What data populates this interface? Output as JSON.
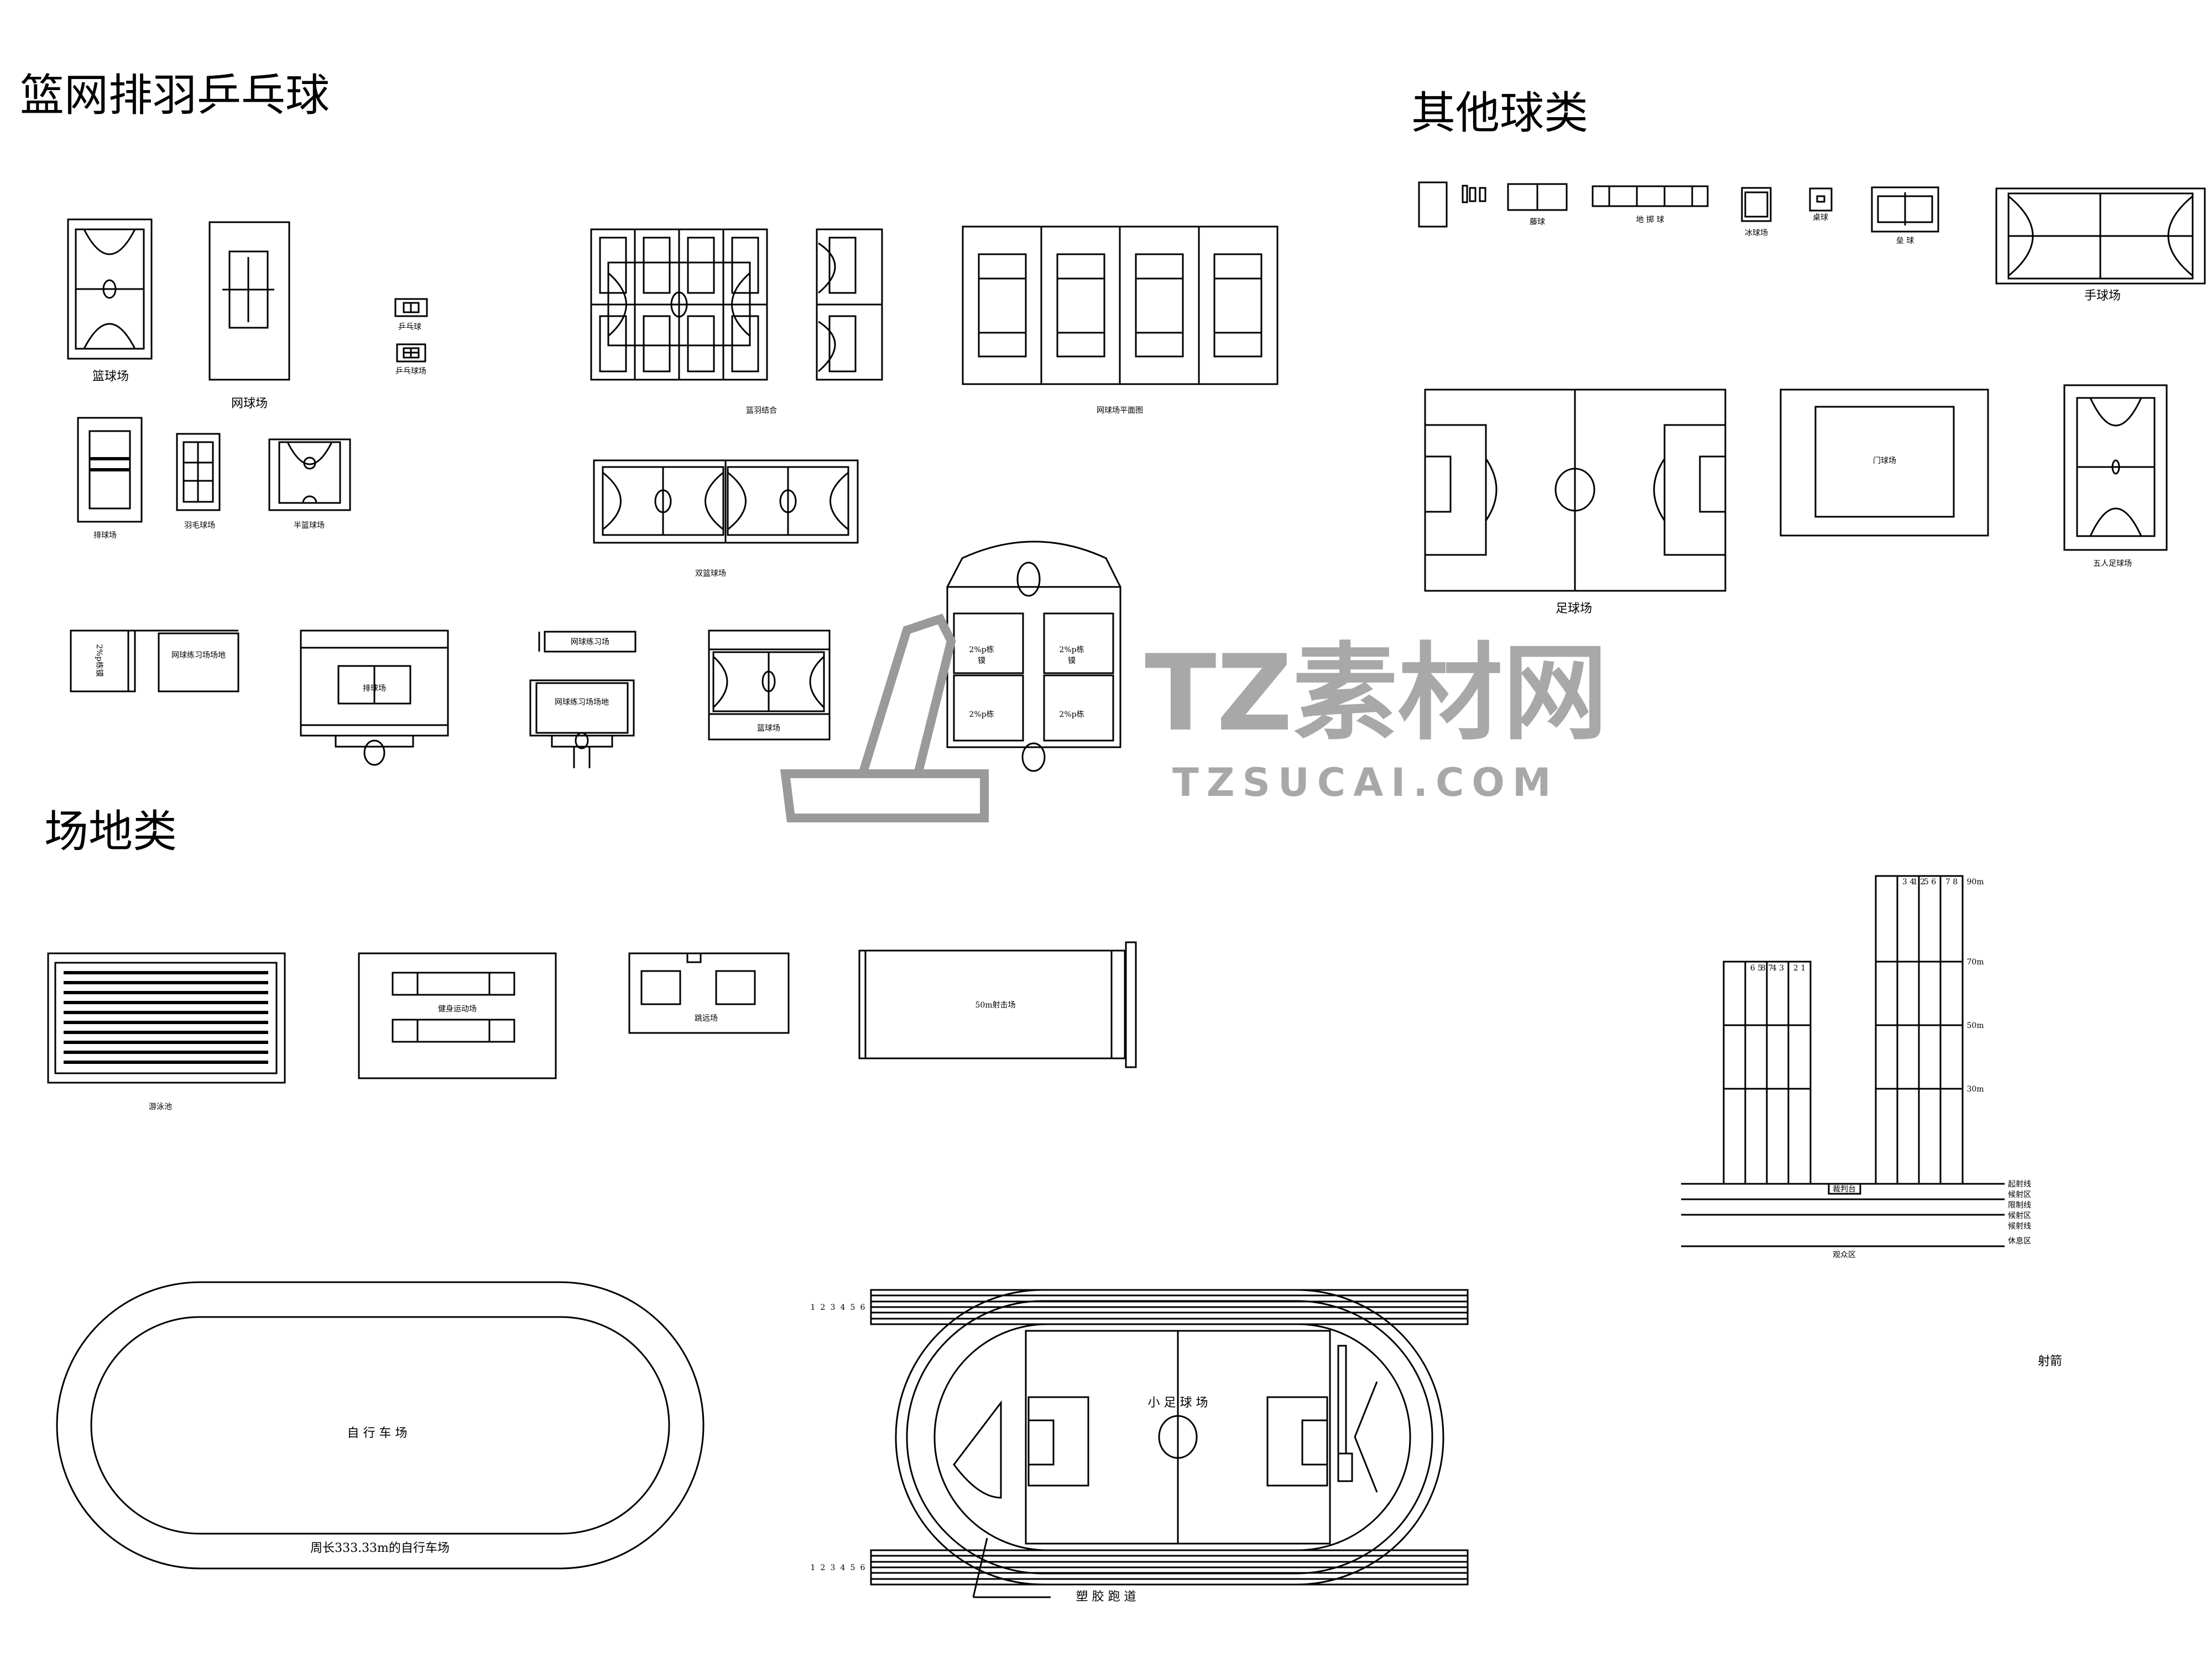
{
  "sections": {
    "ball_courts_title": "篮网排羽乒乓球",
    "other_balls_title": "其他球类",
    "venues_title": "场地类"
  },
  "ball_courts": {
    "basketball": "篮球场",
    "tennis": "网球场",
    "pingpong": "乒乓球",
    "pingpong_court": "乒乓球场",
    "basket_badminton": "篮羽结合",
    "tennis_plan": "网球场平面图",
    "volleyball": "排球场",
    "badminton": "羽毛球场",
    "half_basketball": "半篮球场",
    "double_basketball": "双篮球场",
    "tennis_practice_field": "网球练习场场地",
    "tennis_practice": "网球练习场",
    "volleyball_2": "排球场",
    "basketball_2": "篮球场",
    "building_text": "2%p栋",
    "building_text_2": "镆",
    "side_text": "2%p栋镆"
  },
  "other_balls": {
    "sepak_takraw": "藤球",
    "bocce": "地 掷 球",
    "ice_hockey": "冰球场",
    "billiards": "桌球",
    "softball": "垒 球",
    "handball": "手球场",
    "football": "足球场",
    "gateball": "门球场",
    "futsal": "五人足球场"
  },
  "venues": {
    "swimming": "游泳池",
    "fitness": "健身运动场",
    "jump": "跳远场",
    "shooting": "50m射击场",
    "cycling_center": "自 行 车 场",
    "cycling": "周长333.33m的自行车场",
    "mini_football": "小 足 球 场",
    "track": "塑 胶 跑 道",
    "archery": "射箭",
    "archery_distances": [
      "90m",
      "70m",
      "50m",
      "30m"
    ],
    "archery_lines": [
      "起射线",
      "候射区",
      "限制线",
      "候射区",
      "候射线",
      "休息区"
    ],
    "archery_platform": "裁判台",
    "archery_audience": "观众区",
    "lane_numbers_left": [
      "8 7",
      "6 5",
      "4 3",
      "2 1"
    ],
    "lane_numbers_right": [
      "1 2",
      "3 4",
      "5 6",
      "7 8"
    ],
    "track_lanes": [
      "1",
      "2",
      "3",
      "4",
      "5",
      "6"
    ]
  },
  "watermark": {
    "brand": "TZ素材网",
    "url": "TZSUCAI.COM"
  }
}
